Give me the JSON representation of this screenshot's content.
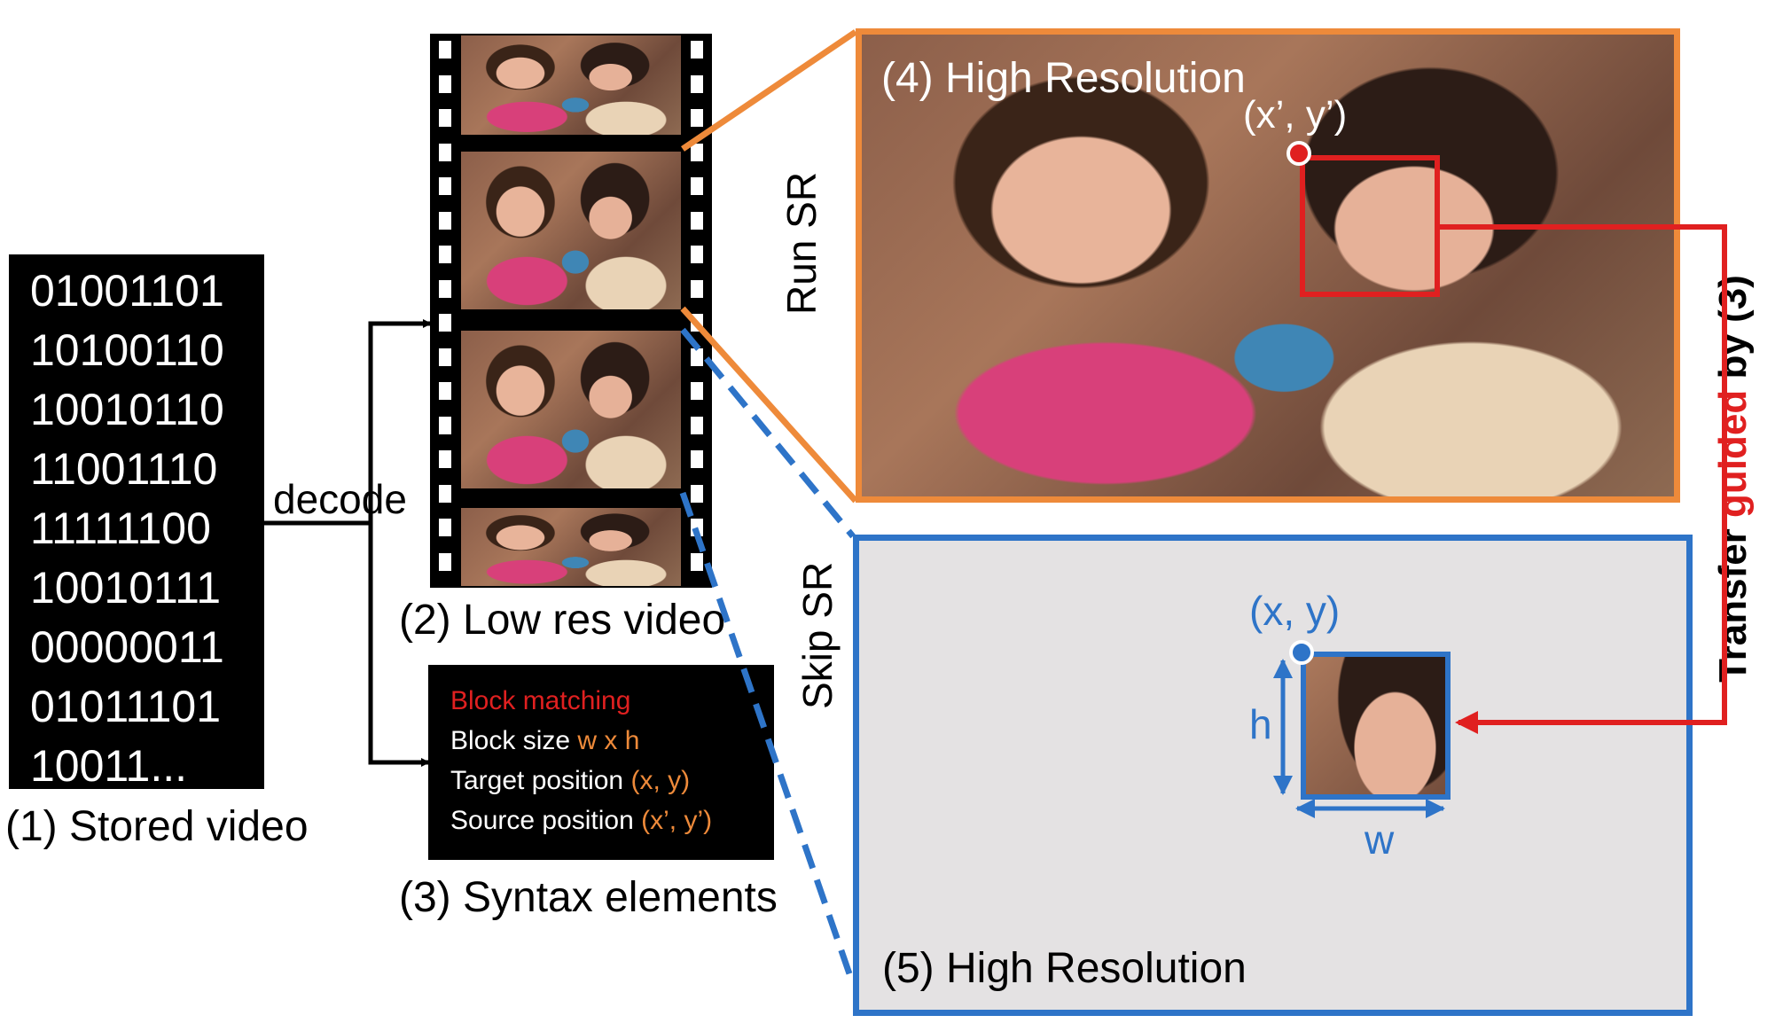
{
  "stored_video": {
    "bits": [
      "01001101",
      "10100110",
      "10010110",
      "11001110",
      "11111100",
      "10010111",
      "00000011",
      "01011101",
      "10011..."
    ],
    "caption": "(1) Stored video"
  },
  "decode_label": "decode",
  "low_res": {
    "caption": "(2) Low res video"
  },
  "syntax": {
    "title": "Block matching",
    "line1_prefix": "Block size ",
    "line1_value": "w x h",
    "line2_prefix": "Target position ",
    "line2_value": "(x, y)",
    "line3_prefix": "Source position ",
    "line3_value": "(x’, y’)",
    "caption": "(3) Syntax elements"
  },
  "high_res_4": {
    "title": "(4) High Resolution",
    "point_label": "(x’, y’)"
  },
  "high_res_5": {
    "title": "(5) High Resolution",
    "point_label": "(x, y)",
    "h_label": "h",
    "w_label": "w"
  },
  "run_sr": "Run SR",
  "skip_sr": "Skip SR",
  "transfer": {
    "prefix": "Transfer ",
    "highlight": "guided",
    "suffix": " by (3)"
  },
  "colors": {
    "orange": "#ee8a3a",
    "blue": "#2e74c8",
    "red": "#e02020"
  }
}
